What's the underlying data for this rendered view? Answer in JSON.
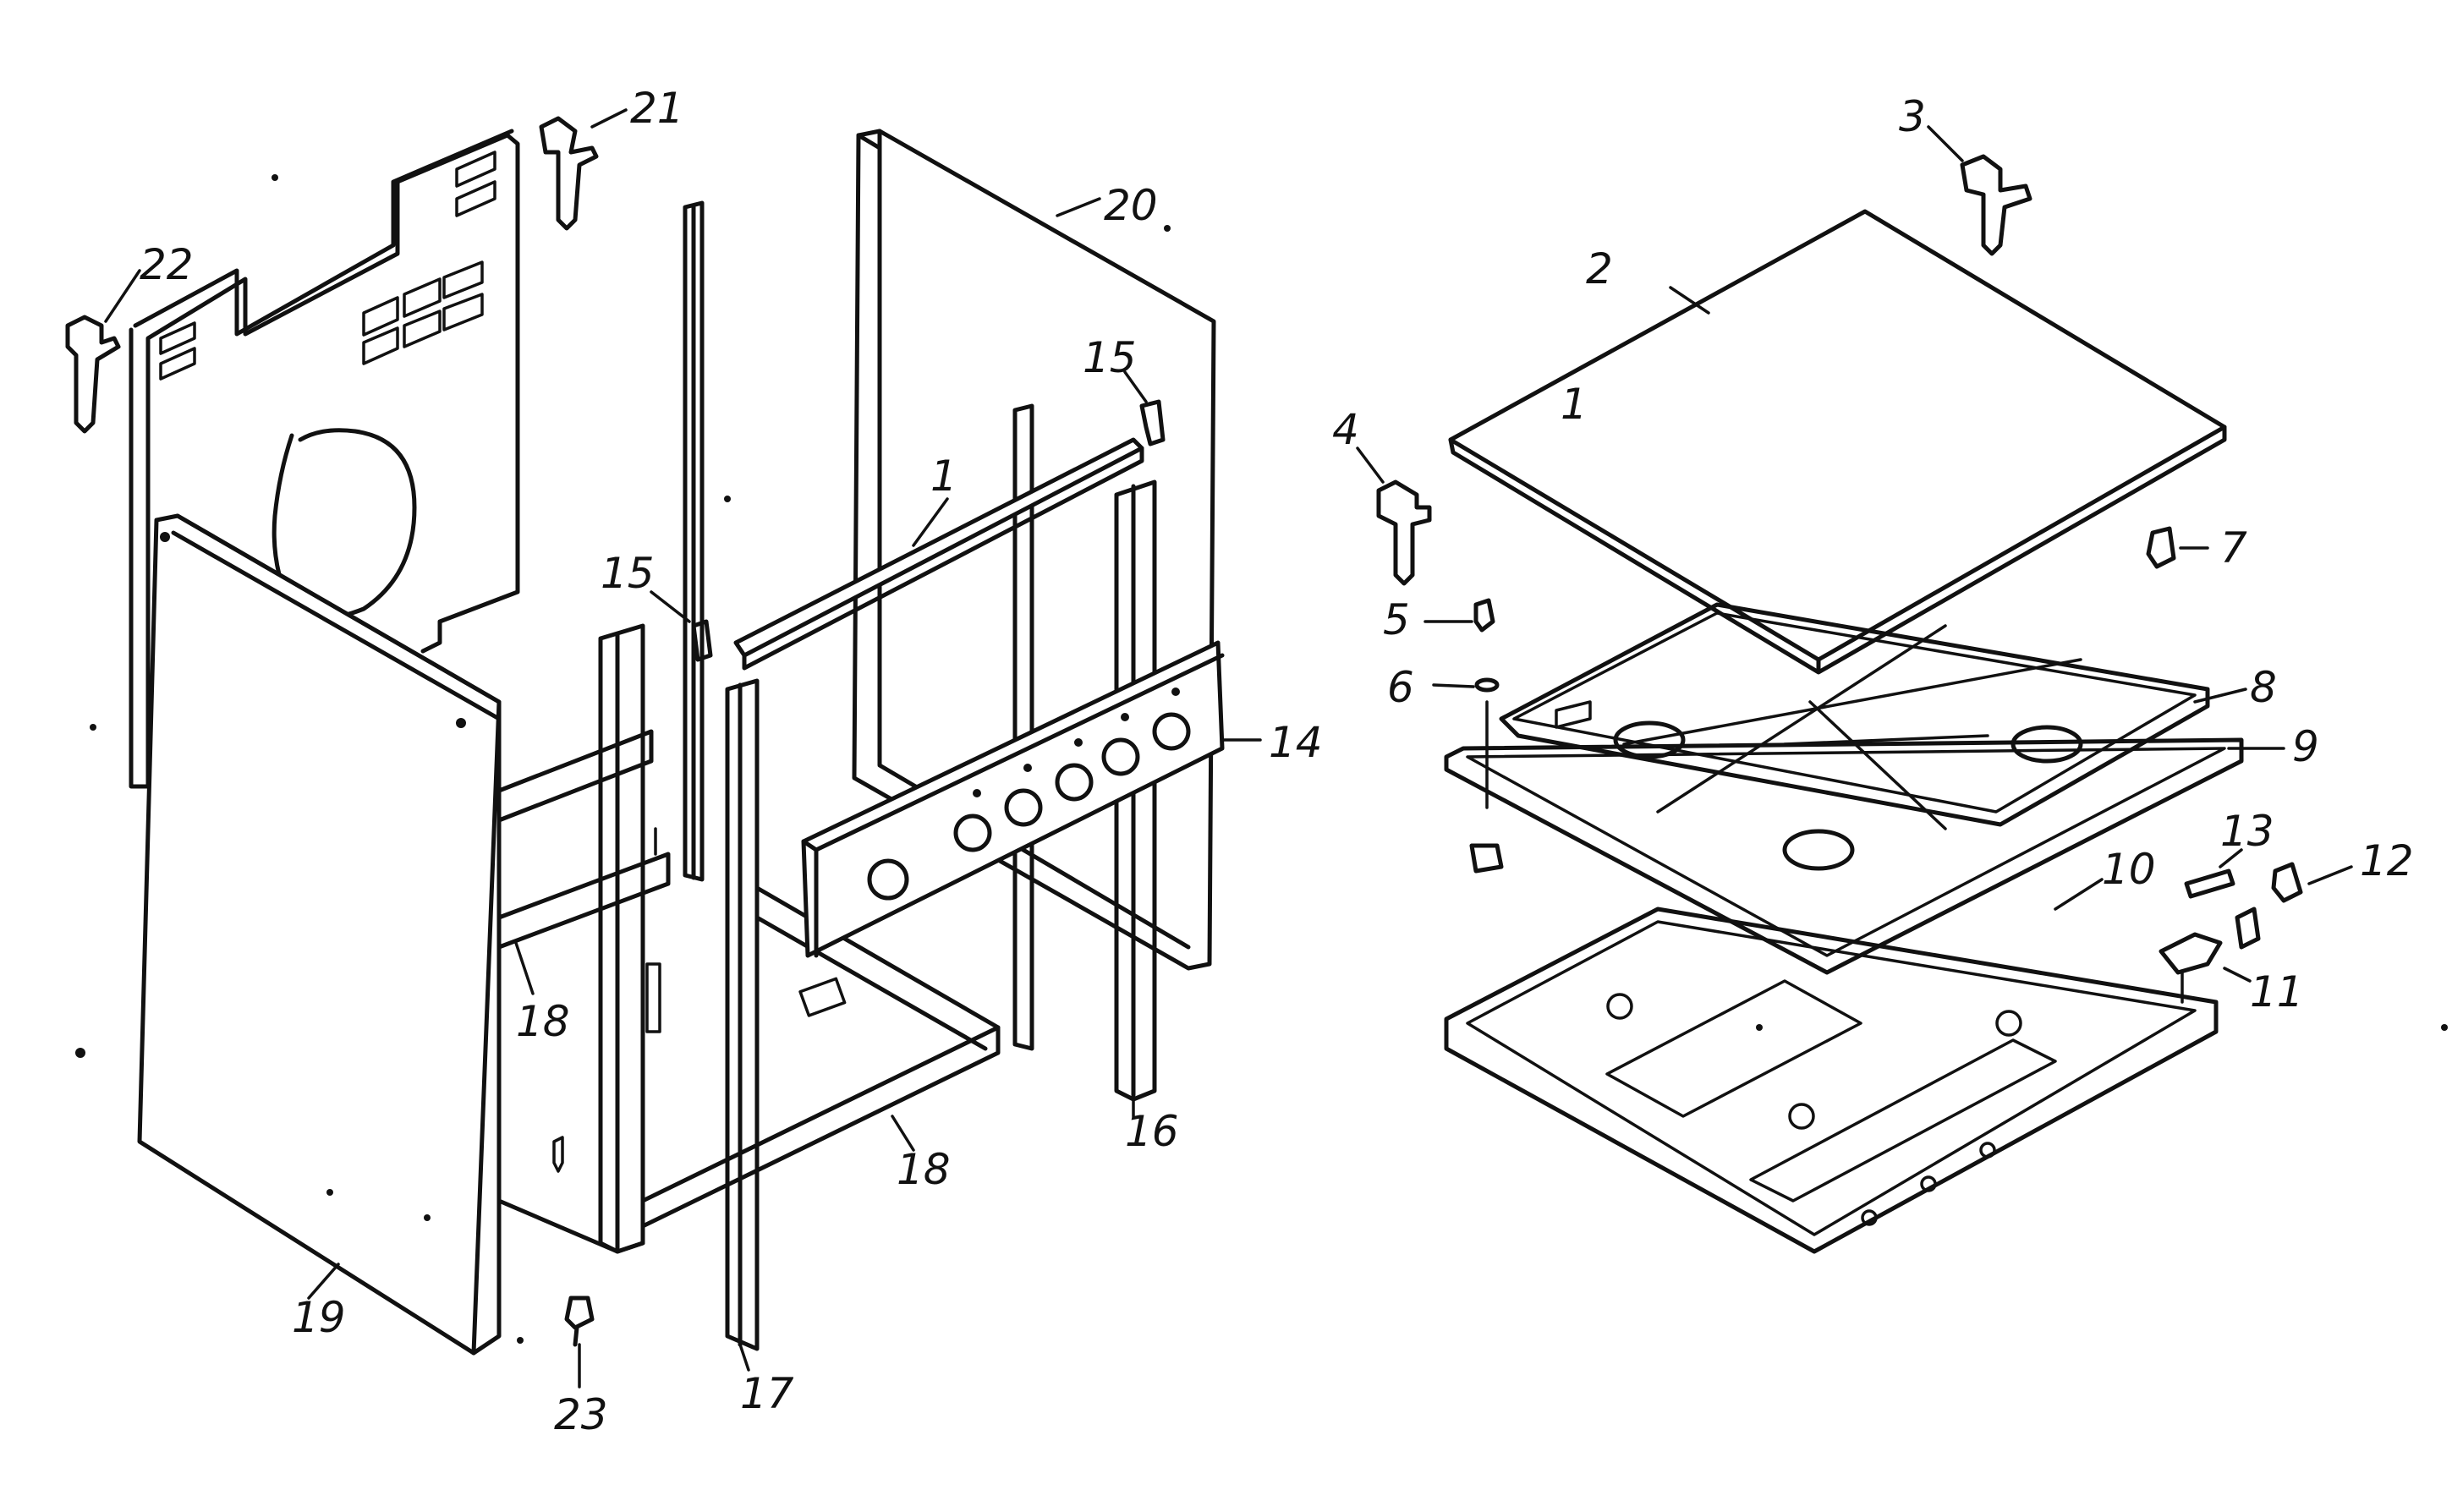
{
  "diagram": {
    "labels": {
      "p1": "1",
      "p2": "2",
      "p3": "3",
      "p4": "4",
      "p5": "5",
      "p6": "6",
      "p7": "7",
      "p8": "8",
      "p9": "9",
      "p10": "10",
      "p11": "11",
      "p12": "12",
      "p13": "13",
      "p14": "14",
      "p15a": "15",
      "p15b": "15",
      "p16": "16",
      "p17": "17",
      "p18a": "18",
      "p18b": "18",
      "p19": "19",
      "p20": "20",
      "p21": "21",
      "p22": "22",
      "p23": "23",
      "lid_mark": "1"
    }
  }
}
